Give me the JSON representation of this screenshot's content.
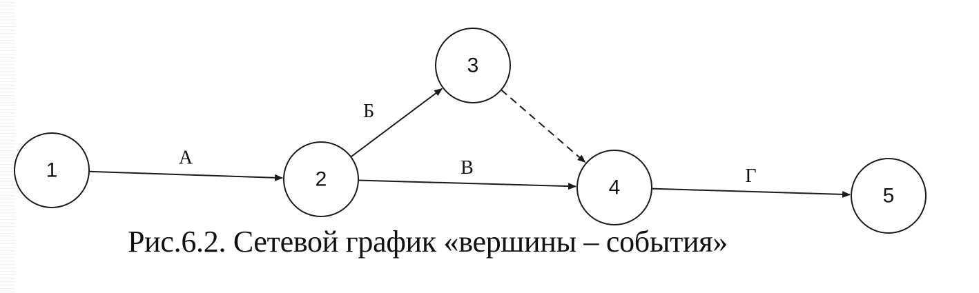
{
  "caption": "Рис.6.2. Сетевой график «вершины – события»",
  "nodes": [
    {
      "id": "1",
      "label": "1"
    },
    {
      "id": "2",
      "label": "2"
    },
    {
      "id": "3",
      "label": "3"
    },
    {
      "id": "4",
      "label": "4"
    },
    {
      "id": "5",
      "label": "5"
    }
  ],
  "edges": [
    {
      "from": "1",
      "to": "2",
      "label": "А",
      "style": "solid"
    },
    {
      "from": "2",
      "to": "3",
      "label": "Б",
      "style": "solid"
    },
    {
      "from": "2",
      "to": "4",
      "label": "В",
      "style": "solid"
    },
    {
      "from": "3",
      "to": "4",
      "label": "",
      "style": "dashed"
    },
    {
      "from": "4",
      "to": "5",
      "label": "Г",
      "style": "solid"
    }
  ],
  "colors": {
    "ink": "#1a1a1a",
    "background": "#ffffff"
  }
}
